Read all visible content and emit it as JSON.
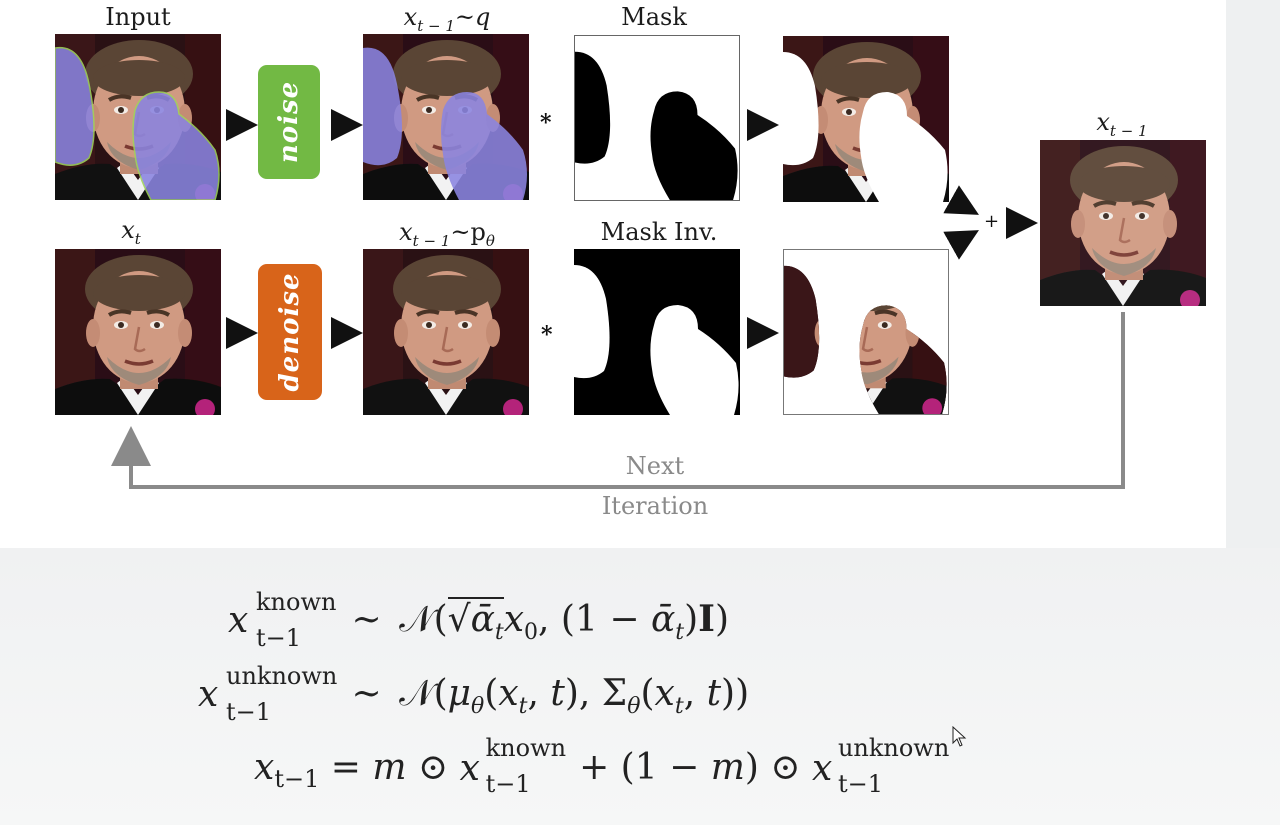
{
  "figure": {
    "labels": {
      "input": "Input",
      "xt1_q": "x",
      "xt1_q_sub": "t − 1",
      "xt1_q_tail": "~q",
      "mask": "Mask",
      "xt1_out": "x",
      "xt1_out_sub": "t − 1",
      "xt": "x",
      "xt_sub": "t",
      "xt1_p": "x",
      "xt1_p_sub": "t − 1",
      "xt1_p_tail": "~p",
      "xt1_p_theta": "θ",
      "mask_inv": "Mask Inv."
    },
    "buttons": {
      "noise": "noise",
      "denoise": "denoise"
    },
    "operators": {
      "multiply_top": "*",
      "multiply_bottom": "*",
      "plus": "+"
    },
    "loop": {
      "line1": "Next",
      "line2": "Iteration"
    },
    "colors": {
      "noise_green": "#72b944",
      "denoise_orange": "#d8641a",
      "mask_purple": "#8a84e0",
      "arrow_gray": "#8a8a8a"
    }
  },
  "equations": {
    "eq1": {
      "lhs": "x",
      "sup": "known",
      "sub": "t−1",
      "rel": "∼",
      "rhs": "𝒩(√ᾱ_t x_0, (1 − ᾱ_t)I)"
    },
    "eq2": {
      "lhs": "x",
      "sup": "unknown",
      "sub": "t−1",
      "rel": "∼",
      "rhs": "𝒩(μ_θ(x_t, t), Σ_θ(x_t, t))"
    },
    "eq3": {
      "lhs": "x",
      "sub": "t−1",
      "rel": "=",
      "rhs": "m ⊙ x^known_t−1 + (1 − m) ⊙ x^unknown_t−1"
    }
  }
}
